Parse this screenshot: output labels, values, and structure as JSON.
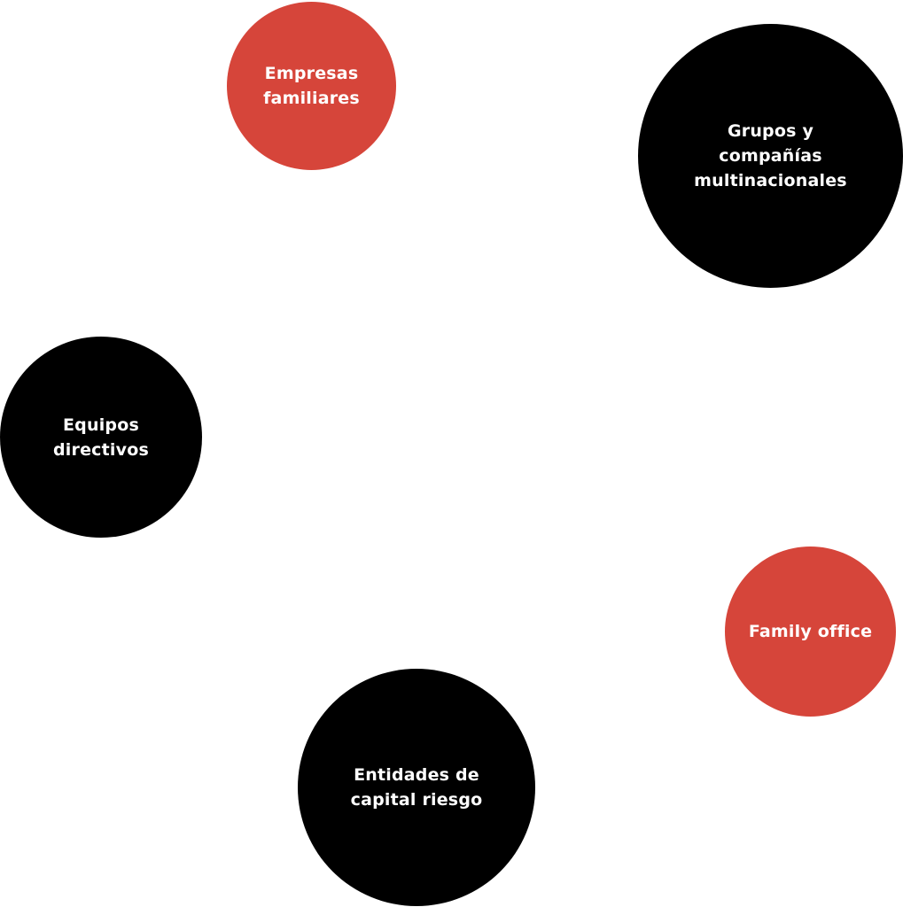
{
  "colors": {
    "red": "#d6453a",
    "black": "#000000",
    "text": "#ffffff",
    "background": "#ffffff"
  },
  "nodes": [
    {
      "id": "empresas",
      "label": "Empresas familiares",
      "color": "red"
    },
    {
      "id": "grupos",
      "label": "Grupos y compañías multinacionales",
      "color": "black"
    },
    {
      "id": "equipos",
      "label": "Equipos directivos",
      "color": "black"
    },
    {
      "id": "family",
      "label": "Family office",
      "color": "red"
    },
    {
      "id": "entidades",
      "label": "Entidades de capital riesgo",
      "color": "black"
    }
  ]
}
